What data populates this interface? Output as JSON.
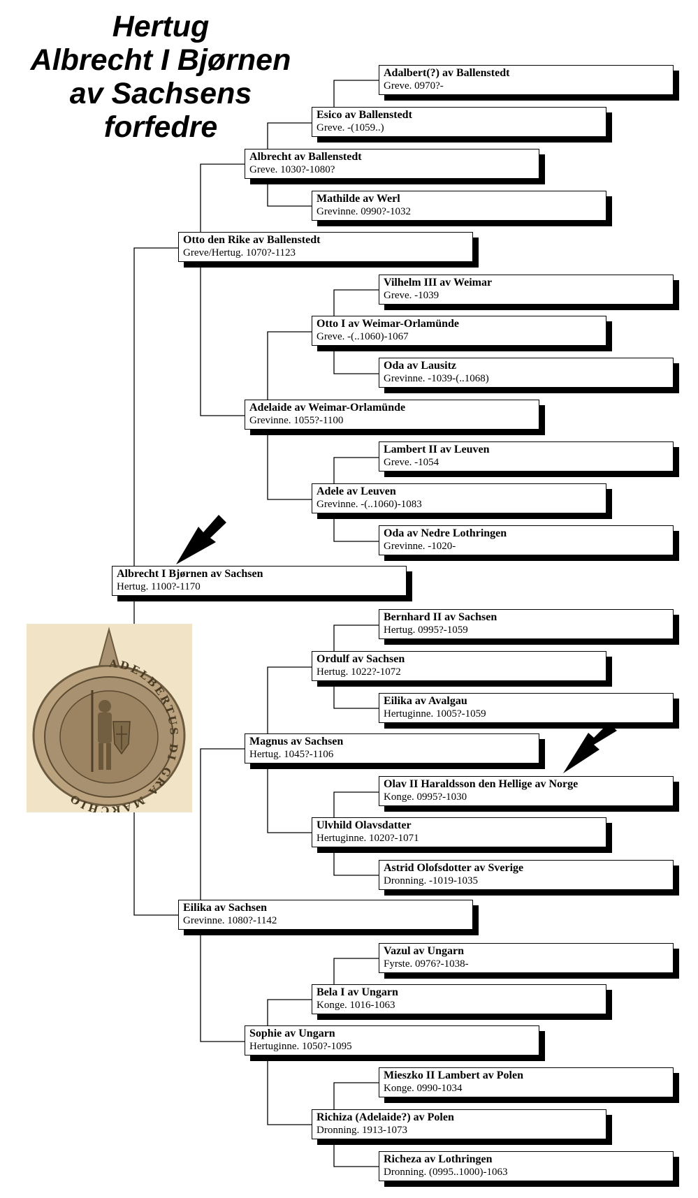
{
  "title": {
    "lines": [
      "Hertug",
      "Albrecht I Bjørnen",
      "av Sachsens",
      "forfedre"
    ]
  },
  "seal": {
    "inscription": "ADELBERTUS DI GRA MARCHIO"
  },
  "colors": {
    "background": "#ffffff",
    "line": "#000000",
    "seal_bg": "#f1e4c6",
    "seal_wax": "#a89170"
  },
  "persons": [
    {
      "id": "p1",
      "name": "Albrecht I Bjørnen av Sachsen",
      "info": "Hertug.  1100?-1170"
    },
    {
      "id": "p2",
      "name": "Otto den Rike av Ballenstedt",
      "info": "Greve/Hertug.  1070?-1123"
    },
    {
      "id": "p3",
      "name": "Eilika av Sachsen",
      "info": "Grevinne.  1080?-1142"
    },
    {
      "id": "p4",
      "name": "Albrecht av Ballenstedt",
      "info": "Greve.  1030?-1080?"
    },
    {
      "id": "p5",
      "name": "Adelaide av Weimar-Orlamünde",
      "info": "Grevinne.  1055?-1100"
    },
    {
      "id": "p6",
      "name": "Magnus av  Sachsen",
      "info": "Hertug.  1045?-1106"
    },
    {
      "id": "p7",
      "name": "Sophie av Ungarn",
      "info": "Hertuginne.  1050?-1095"
    },
    {
      "id": "p8",
      "name": "Esico av Ballenstedt",
      "info": "Greve.  -(1059..)"
    },
    {
      "id": "p9",
      "name": "Mathilde av Werl",
      "info": "Grevinne.  0990?-1032"
    },
    {
      "id": "p10",
      "name": "Otto I av  Weimar-Orlamünde",
      "info": "Greve.  -(..1060)-1067"
    },
    {
      "id": "p11",
      "name": "Adele av Leuven",
      "info": "Grevinne.  -(..1060)-1083"
    },
    {
      "id": "p12",
      "name": "Ordulf av Sachsen",
      "info": "Hertug.  1022?-1072"
    },
    {
      "id": "p13",
      "name": "Ulvhild  Olavsdatter",
      "info": "Hertuginne.  1020?-1071"
    },
    {
      "id": "p14",
      "name": "Bela I av Ungarn",
      "info": "Konge.  1016-1063"
    },
    {
      "id": "p15",
      "name": "Richiza (Adelaide?) av Polen",
      "info": "Dronning.  1913-1073"
    },
    {
      "id": "p16",
      "name": "Adalbert(?) av Ballenstedt",
      "info": "Greve.  0970?-"
    },
    {
      "id": "p18",
      "name": "Vilhelm III av Weimar",
      "info": "Greve.  -1039"
    },
    {
      "id": "p19",
      "name": "Oda av Lausitz",
      "info": "Grevinne.  -1039-(..1068)"
    },
    {
      "id": "p20",
      "name": "Lambert II av Leuven",
      "info": "Greve.  -1054"
    },
    {
      "id": "p21",
      "name": "Oda av  Nedre Lothringen",
      "info": "Grevinne.  -1020-"
    },
    {
      "id": "p22",
      "name": "Bernhard II av Sachsen",
      "info": "Hertug.  0995?-1059"
    },
    {
      "id": "p23",
      "name": "Eilika av Avalgau",
      "info": "Hertuginne.   1005?-1059"
    },
    {
      "id": "p24",
      "name": "Olav II Haraldsson den Hellige av Norge",
      "info": "Konge.  0995?-1030"
    },
    {
      "id": "p25",
      "name": "Astrid Olofsdotter av Sverige",
      "info": "Dronning.  -1019-1035"
    },
    {
      "id": "p26",
      "name": "Vazul av Ungarn",
      "info": "Fyrste.  0976?-1038-"
    },
    {
      "id": "p28",
      "name": "Mieszko II Lambert av Polen",
      "info": "Konge.  0990-1034"
    },
    {
      "id": "p29",
      "name": "Richeza av Lothringen",
      "info": "Dronning.  (0995..1000)-1063"
    }
  ]
}
